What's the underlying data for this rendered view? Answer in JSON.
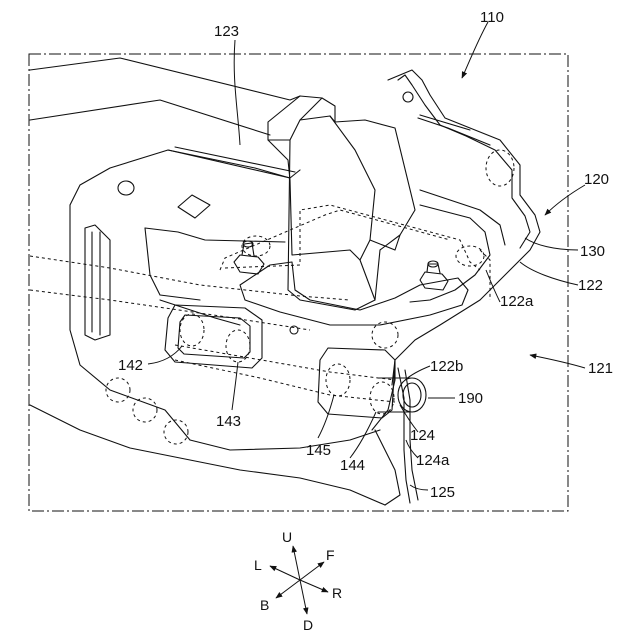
{
  "colors": {
    "line": "#111111",
    "background": "#ffffff"
  },
  "labels": {
    "n110": "110",
    "n123": "123",
    "n120": "120",
    "n130": "130",
    "n122": "122",
    "n122a": "122a",
    "n121": "121",
    "n122b": "122b",
    "n142": "142",
    "n143": "143",
    "n190": "190",
    "n145": "145",
    "n144": "144",
    "n124": "124",
    "n124a": "124a",
    "n125": "125"
  },
  "directions": {
    "up": "U",
    "down": "D",
    "left": "L",
    "right": "R",
    "front": "F",
    "back": "B"
  }
}
